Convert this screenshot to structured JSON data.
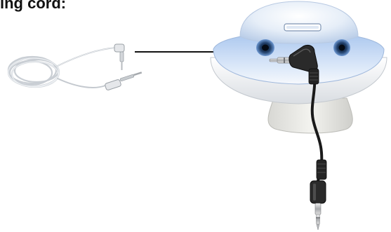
{
  "caption": {
    "text": "ing cord:"
  },
  "colors": {
    "background": "#ffffff",
    "text": "#111111",
    "arrow": "#111111",
    "cable_black": "#1a1a1a",
    "clear_cord": "#d8dde2",
    "device_blue": "#cfe0f5",
    "device_white": "#f4f6f8",
    "plug_silver": "#c7c9cc"
  },
  "icons": {
    "arrow": "right-arrow",
    "coiled_cord": "clear-coiled-earpiece-cord",
    "device": "round-speaker-device",
    "cable": "black-audio-cable-with-right-angle-plug"
  }
}
